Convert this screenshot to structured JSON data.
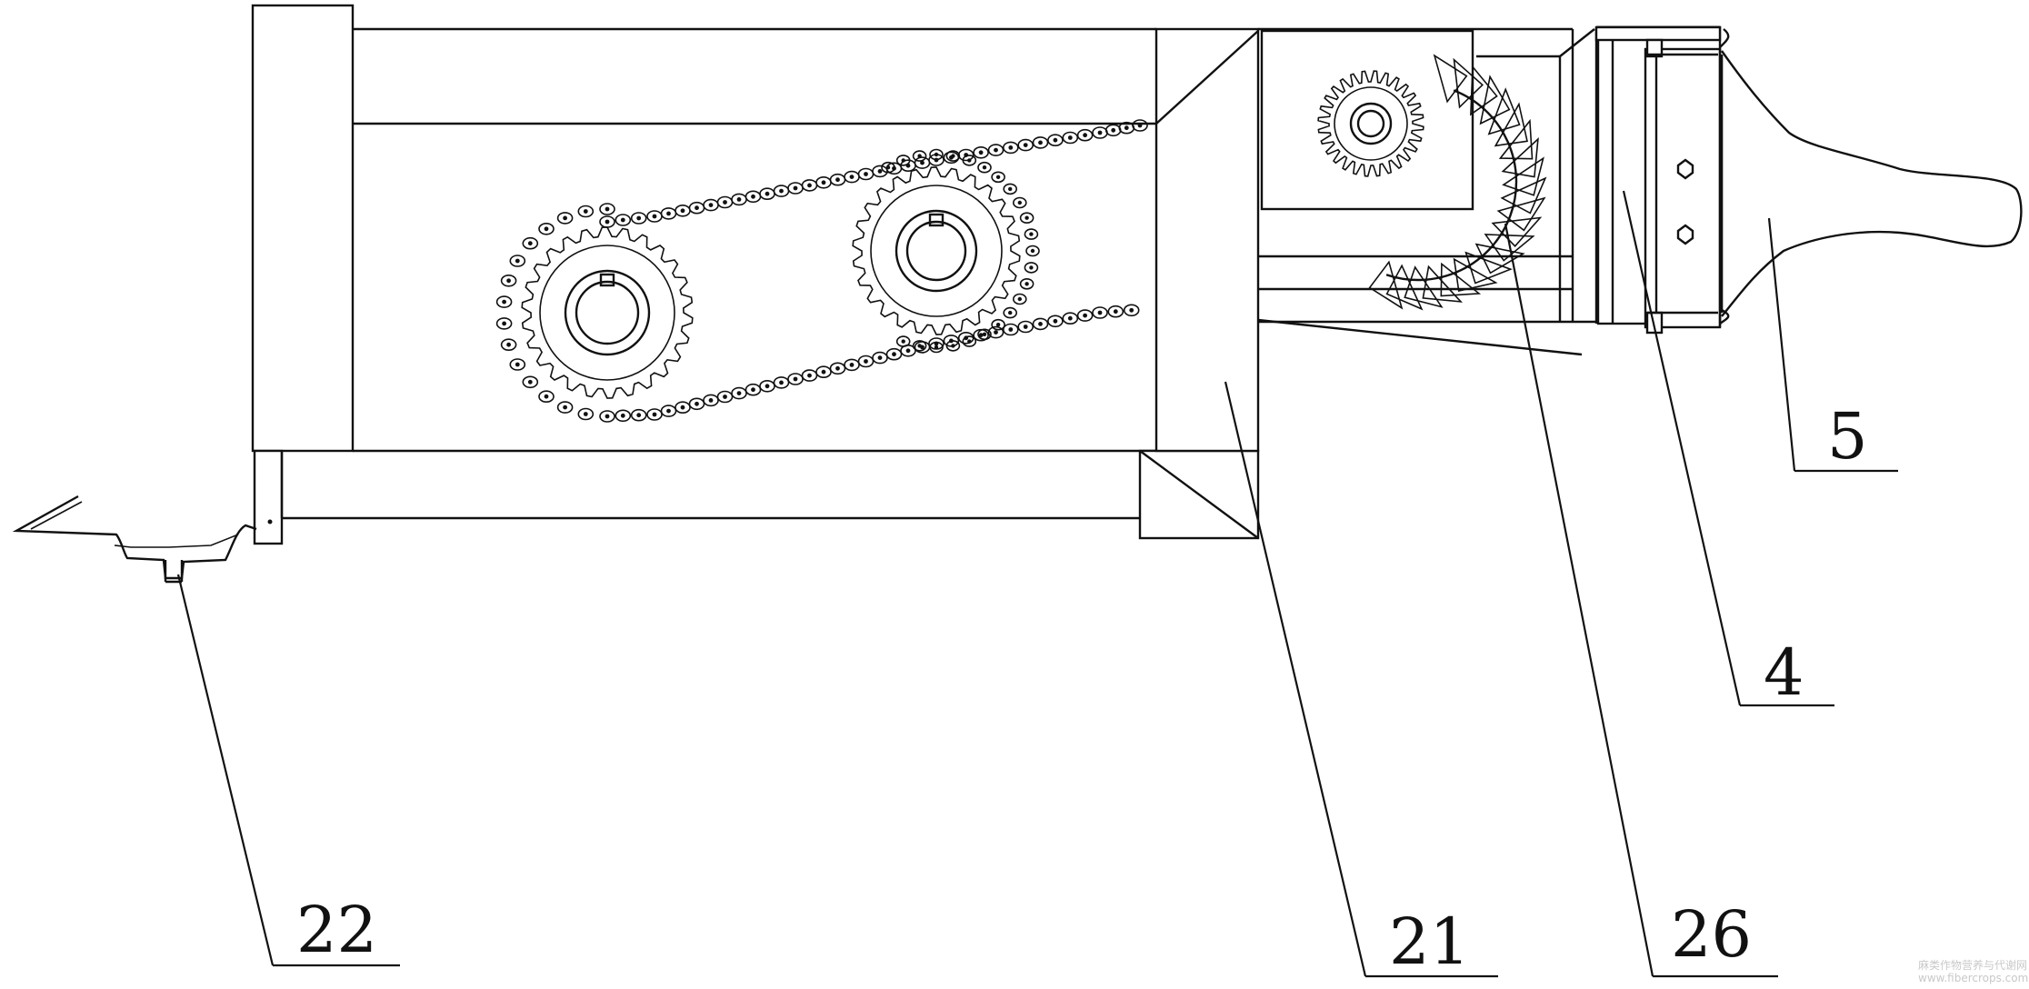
{
  "diagram": {
    "callouts": [
      {
        "id": "c22",
        "label": "22"
      },
      {
        "id": "c21",
        "label": "21"
      },
      {
        "id": "c26",
        "label": "26"
      },
      {
        "id": "c4",
        "label": "4"
      },
      {
        "id": "c5",
        "label": "5"
      }
    ],
    "watermark": {
      "line1": "麻类作物营养与代谢网",
      "line2": "www.fibercrops.com"
    }
  }
}
